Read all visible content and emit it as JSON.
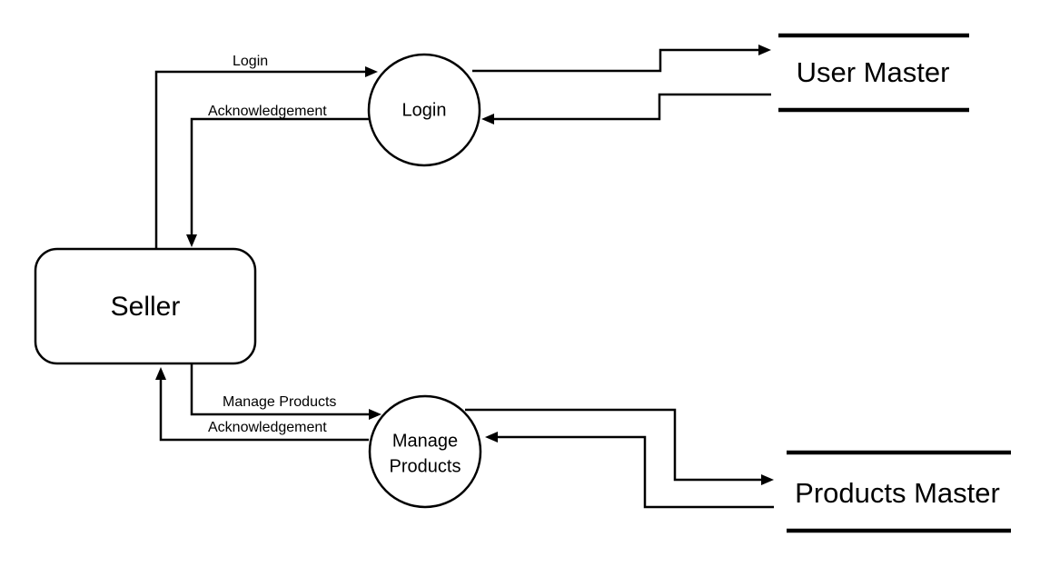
{
  "entities": {
    "seller": {
      "label": "Seller"
    }
  },
  "processes": {
    "login": {
      "label": "Login"
    },
    "manage_products": {
      "label_line1": "Manage",
      "label_line2": "Products"
    }
  },
  "data_stores": {
    "user_master": {
      "label": "User Master"
    },
    "products_master": {
      "label": "Products Master"
    }
  },
  "flows": {
    "seller_to_login": "Login",
    "login_to_seller": "Acknowledgement",
    "seller_to_manage": "Manage Products",
    "manage_to_seller": "Acknowledgement"
  }
}
